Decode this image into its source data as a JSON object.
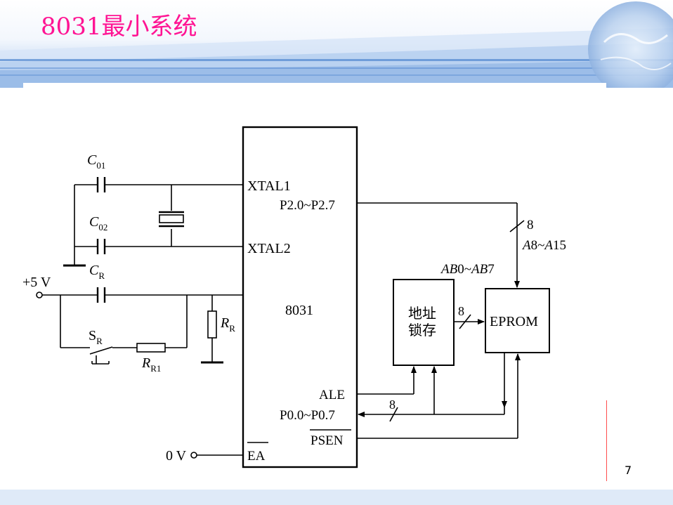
{
  "slide": {
    "title": "8031最小系统",
    "page_number": "7"
  },
  "diagram": {
    "chip": {
      "name": "8031",
      "pins": {
        "xtal1": "XTAL1",
        "xtal2": "XTAL2",
        "p2": "P2.0~P2.7",
        "ale": "ALE",
        "p0": "P0.0~P0.7",
        "psen": "PSEN",
        "ea": "EA"
      }
    },
    "components": {
      "c01": {
        "main": "C",
        "sub": "01"
      },
      "c02": {
        "main": "C",
        "sub": "02"
      },
      "cr": {
        "main": "C",
        "sub": "R"
      },
      "rr": {
        "main": "R",
        "sub": "R"
      },
      "sr": {
        "main": "S",
        "sub": "R"
      },
      "rr1": {
        "main": "R",
        "sub": "R1"
      },
      "latch_line1": "地址",
      "latch_line2": "锁存",
      "eprom": "EPROM"
    },
    "labels": {
      "plus5v": "+5 V",
      "zero_v": "0 V",
      "bus_width_p2": "8",
      "addr_high_a": "A",
      "addr_high_mid": "8~",
      "addr_high_b": "A",
      "addr_high_end": "15",
      "ab_a": "AB",
      "ab_mid": "0~",
      "ab_b": "AB",
      "ab_end": "7",
      "bus_width_latch": "8",
      "bus_width_p0": "8"
    }
  }
}
